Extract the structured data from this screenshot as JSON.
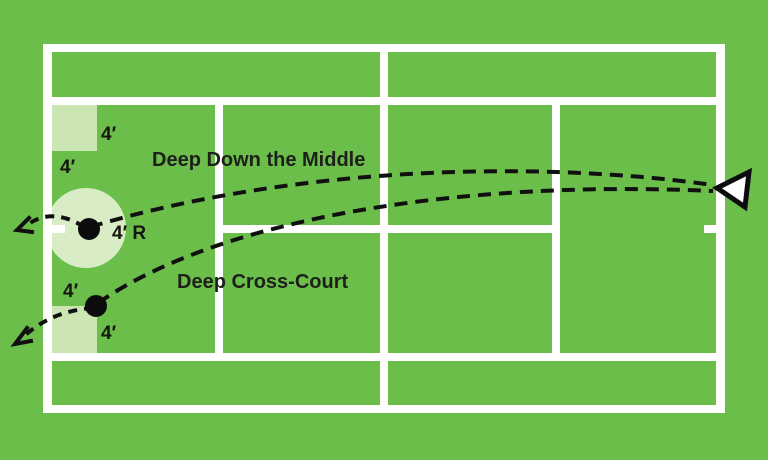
{
  "diagram": {
    "shot_labels": {
      "down_the_middle": "Deep Down the Middle",
      "cross_court": "Deep Cross-Court"
    },
    "distance_labels": {
      "top_zone_width": "4′",
      "top_zone_height": "4′",
      "center_target": "4′ R",
      "bottom_zone_height": "4′",
      "bottom_zone_width": "4′"
    },
    "markers": {
      "player_marker": "white-triangle-right-baseline",
      "ball_marks": 2,
      "bounce_arrows": 2
    },
    "colors": {
      "court_green": "#6cbe4b",
      "line_white": "#ffffff",
      "target_zone_light_green": "#cbe6b3",
      "target_circle_light_green": "#d8edc6",
      "trajectory_black": "#101010"
    }
  }
}
